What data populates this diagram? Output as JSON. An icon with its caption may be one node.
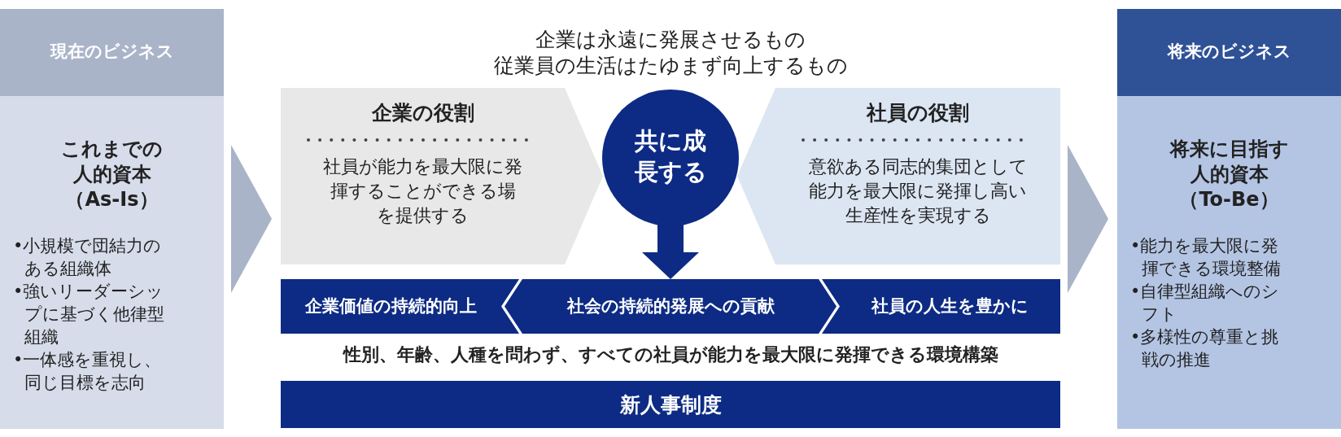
{
  "diagram": {
    "nodes": [
      {
        "text": [
          "現在のビジネス"
        ]
      },
      {
        "text": [
          "これまでの人的資本（As-Is）",
          "•小規模で団結力のある組織体",
          "•強いリーダーシップに基づく他律型組織",
          "•一体感を重視し、同じ目標を志向"
        ]
      },
      {
        "text": [
          "企業の役割",
          "社員が能力を最大限に発揮することができる場を提供する"
        ]
      },
      {
        "text": [
          "共に成長する"
        ]
      },
      {
        "text": [
          "社員の役割",
          "意欲ある同志的集団として能力を最大限に発揮し高い生産性を実現する"
        ]
      },
      {
        "text": [
          "企業価値の持続的向上"
        ]
      },
      {
        "text": [
          "社会の持続的発展への貢献"
        ]
      },
      {
        "text": [
          "社員の人生を豊かに"
        ]
      },
      {
        "text": [
          "新人事制度"
        ]
      },
      {
        "text": [
          "将来のビジネス"
        ]
      },
      {
        "text": [
          "将来に目指す人的資本（To-Be）",
          "•能力を最大限に発揮できる環境整備",
          "•自律型組織へのシフト",
          "•多様性の尊重と挑戦の推進"
        ]
      }
    ],
    "edges": [
      {
        "from": 1,
        "to": 2,
        "arrow": "to"
      },
      {
        "from": 4,
        "to": 10,
        "arrow": "to"
      },
      {
        "from": 3,
        "to": 6,
        "arrow": "to"
      }
    ],
    "labels": [
      "企業は永遠に発展させるもの",
      "従業員の生活はたゆまず向上するもの",
      "性別、年齢、人種を問わず、すべての社員が能力を最大限に発揮できる環境構築"
    ]
  }
}
